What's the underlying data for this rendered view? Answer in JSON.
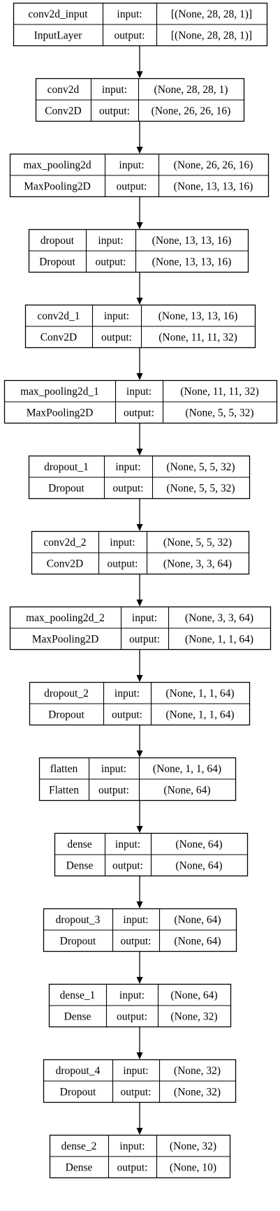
{
  "row_labels": {
    "input": "input:",
    "output": "output:"
  },
  "layers": [
    {
      "name": "conv2d_input",
      "type": "InputLayer",
      "input_shape": "[(None, 28, 28, 1)]",
      "output_shape": "[(None, 28, 28, 1)]"
    },
    {
      "name": "conv2d",
      "type": "Conv2D",
      "input_shape": "(None, 28, 28, 1)",
      "output_shape": "(None, 26, 26, 16)"
    },
    {
      "name": "max_pooling2d",
      "type": "MaxPooling2D",
      "input_shape": "(None, 26, 26, 16)",
      "output_shape": "(None, 13, 13, 16)"
    },
    {
      "name": "dropout",
      "type": "Dropout",
      "input_shape": "(None, 13, 13, 16)",
      "output_shape": "(None, 13, 13, 16)"
    },
    {
      "name": "conv2d_1",
      "type": "Conv2D",
      "input_shape": "(None, 13, 13, 16)",
      "output_shape": "(None, 11, 11, 32)"
    },
    {
      "name": "max_pooling2d_1",
      "type": "MaxPooling2D",
      "input_shape": "(None, 11, 11, 32)",
      "output_shape": "(None, 5, 5, 32)"
    },
    {
      "name": "dropout_1",
      "type": "Dropout",
      "input_shape": "(None, 5, 5, 32)",
      "output_shape": "(None, 5, 5, 32)"
    },
    {
      "name": "conv2d_2",
      "type": "Conv2D",
      "input_shape": "(None, 5, 5, 32)",
      "output_shape": "(None, 3, 3, 64)"
    },
    {
      "name": "max_pooling2d_2",
      "type": "MaxPooling2D",
      "input_shape": "(None, 3, 3, 64)",
      "output_shape": "(None, 1, 1, 64)"
    },
    {
      "name": "dropout_2",
      "type": "Dropout",
      "input_shape": "(None, 1, 1, 64)",
      "output_shape": "(None, 1, 1, 64)"
    },
    {
      "name": "flatten",
      "type": "Flatten",
      "input_shape": "(None, 1, 1, 64)",
      "output_shape": "(None, 64)"
    },
    {
      "name": "dense",
      "type": "Dense",
      "input_shape": "(None, 64)",
      "output_shape": "(None, 64)"
    },
    {
      "name": "dropout_3",
      "type": "Dropout",
      "input_shape": "(None, 64)",
      "output_shape": "(None, 64)"
    },
    {
      "name": "dense_1",
      "type": "Dense",
      "input_shape": "(None, 64)",
      "output_shape": "(None, 32)"
    },
    {
      "name": "dropout_4",
      "type": "Dropout",
      "input_shape": "(None, 32)",
      "output_shape": "(None, 32)"
    },
    {
      "name": "dense_2",
      "type": "Dense",
      "input_shape": "(None, 32)",
      "output_shape": "(None, 10)"
    }
  ]
}
